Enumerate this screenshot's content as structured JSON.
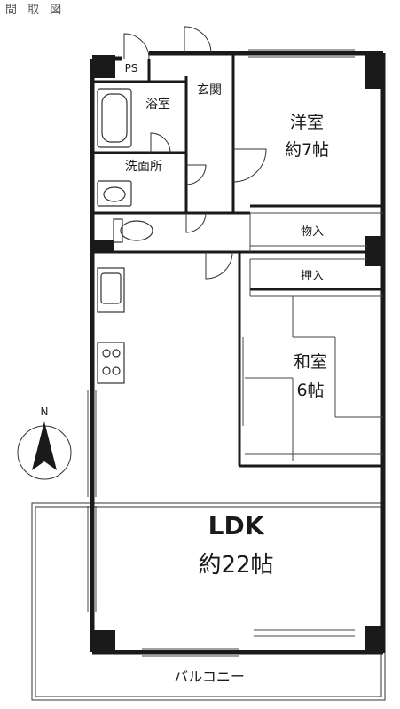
{
  "header": {
    "title": "間 取 図"
  },
  "rooms": {
    "ps": "PS",
    "bath": "浴室",
    "entrance": "玄関",
    "washroom": "洗面所",
    "western_name": "洋室",
    "western_size": "約7帖",
    "closet_upper": "物入",
    "closet_lower": "押入",
    "japanese_name": "和室",
    "japanese_size": "6帖",
    "ldk_name": "LDK",
    "ldk_size": "約22帖",
    "balcony": "バルコニー"
  },
  "compass": {
    "label": "N"
  },
  "colors": {
    "wall": "#1a1a1a",
    "line": "#333333",
    "background": "#ffffff"
  }
}
